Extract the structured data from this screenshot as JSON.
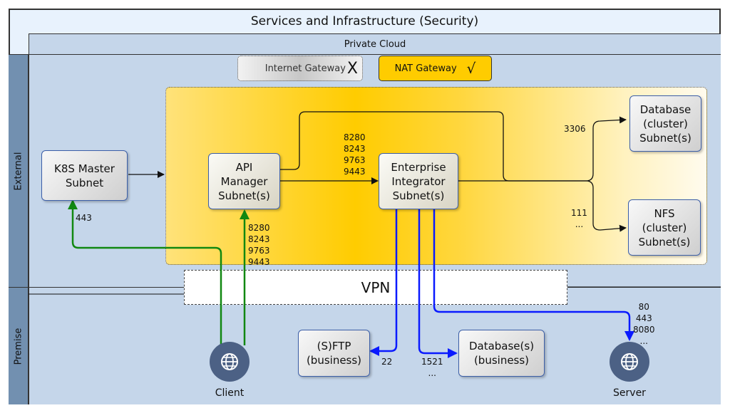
{
  "diagram": {
    "title": "Services and Infrastructure (Security)",
    "container": "Private Cloud",
    "lanes": [
      {
        "label": "External"
      },
      {
        "label": "Premise"
      }
    ],
    "gateways": {
      "internet": {
        "label": "Internet Gateway",
        "status_icon": "X",
        "state": "disabled"
      },
      "nat": {
        "label": "NAT Gateway",
        "status_icon": "√",
        "state": "enabled"
      }
    },
    "vpn": {
      "label": "VPN"
    },
    "nodes": {
      "k8s": "K8S Master\nSubnet",
      "api": "API\nManager\nSubnet(s)",
      "ei": "Enterprise\nIntegrator\nSubnet(s)",
      "db_cluster": "Database\n(cluster)\nSubnet(s)",
      "nfs": "NFS\n(cluster)\nSubnet(s)",
      "sftp": "(S)FTP\n(business)",
      "db_business": "Database(s)\n(business)"
    },
    "endpoints": {
      "client": {
        "label": "Client",
        "icon": "globe-icon"
      },
      "server": {
        "label": "Server",
        "icon": "globe-icon"
      }
    },
    "ports": {
      "client_to_k8s": "443",
      "client_to_api": "8280\n8243\n9763\n9443",
      "api_to_ei": "8280\n8243\n9763\n9443",
      "to_db_cluster": "3306",
      "to_nfs": "111\n...",
      "to_sftp": "22",
      "to_db_business": "1521\n...",
      "to_server": "80\n443\n8080\n..."
    },
    "colors": {
      "client_flow": "#118811",
      "premise_flow": "#0a1aff",
      "internal_flow": "#111111",
      "nat_gateway": "#ffcc00",
      "lane_fill": "#c5d6ea",
      "lane_label_fill": "#7290b0",
      "endpoint_fill": "#4c6185"
    }
  }
}
